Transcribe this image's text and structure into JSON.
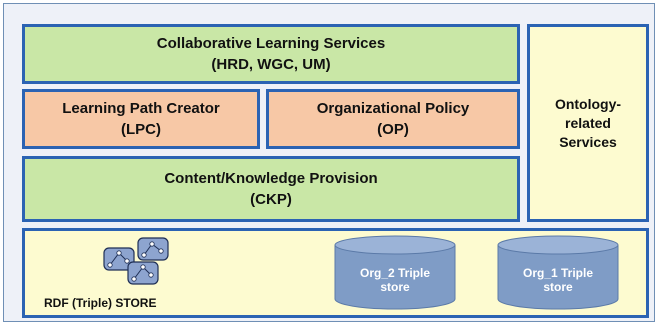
{
  "collaborative": {
    "line1": "Collaborative Learning Services",
    "line2": "(HRD, WGC, UM)"
  },
  "lpc": {
    "line1": "Learning Path Creator",
    "line2": "(LPC)"
  },
  "op": {
    "line1": "Organizational Policy",
    "line2": "(OP)"
  },
  "ontology": {
    "line1": "Ontology-",
    "line2": "related",
    "line3": "Services"
  },
  "ckp": {
    "line1": "Content/Knowledge Provision",
    "line2": "(CKP)"
  },
  "rdf_store": {
    "label": "RDF (Triple) STORE"
  },
  "org2_store": {
    "line1": "Org_2 Triple",
    "line2": "store"
  },
  "org1_store": {
    "line1": "Org_1 Triple",
    "line2": "store"
  },
  "colors": {
    "green": "#c9e7a6",
    "salmon": "#f7c8a6",
    "yellow": "#fdfbd0",
    "border": "#2b63b3",
    "cylinder": "#7f9cc6"
  },
  "icons": {
    "rdf": "graph-nodes-icon"
  }
}
